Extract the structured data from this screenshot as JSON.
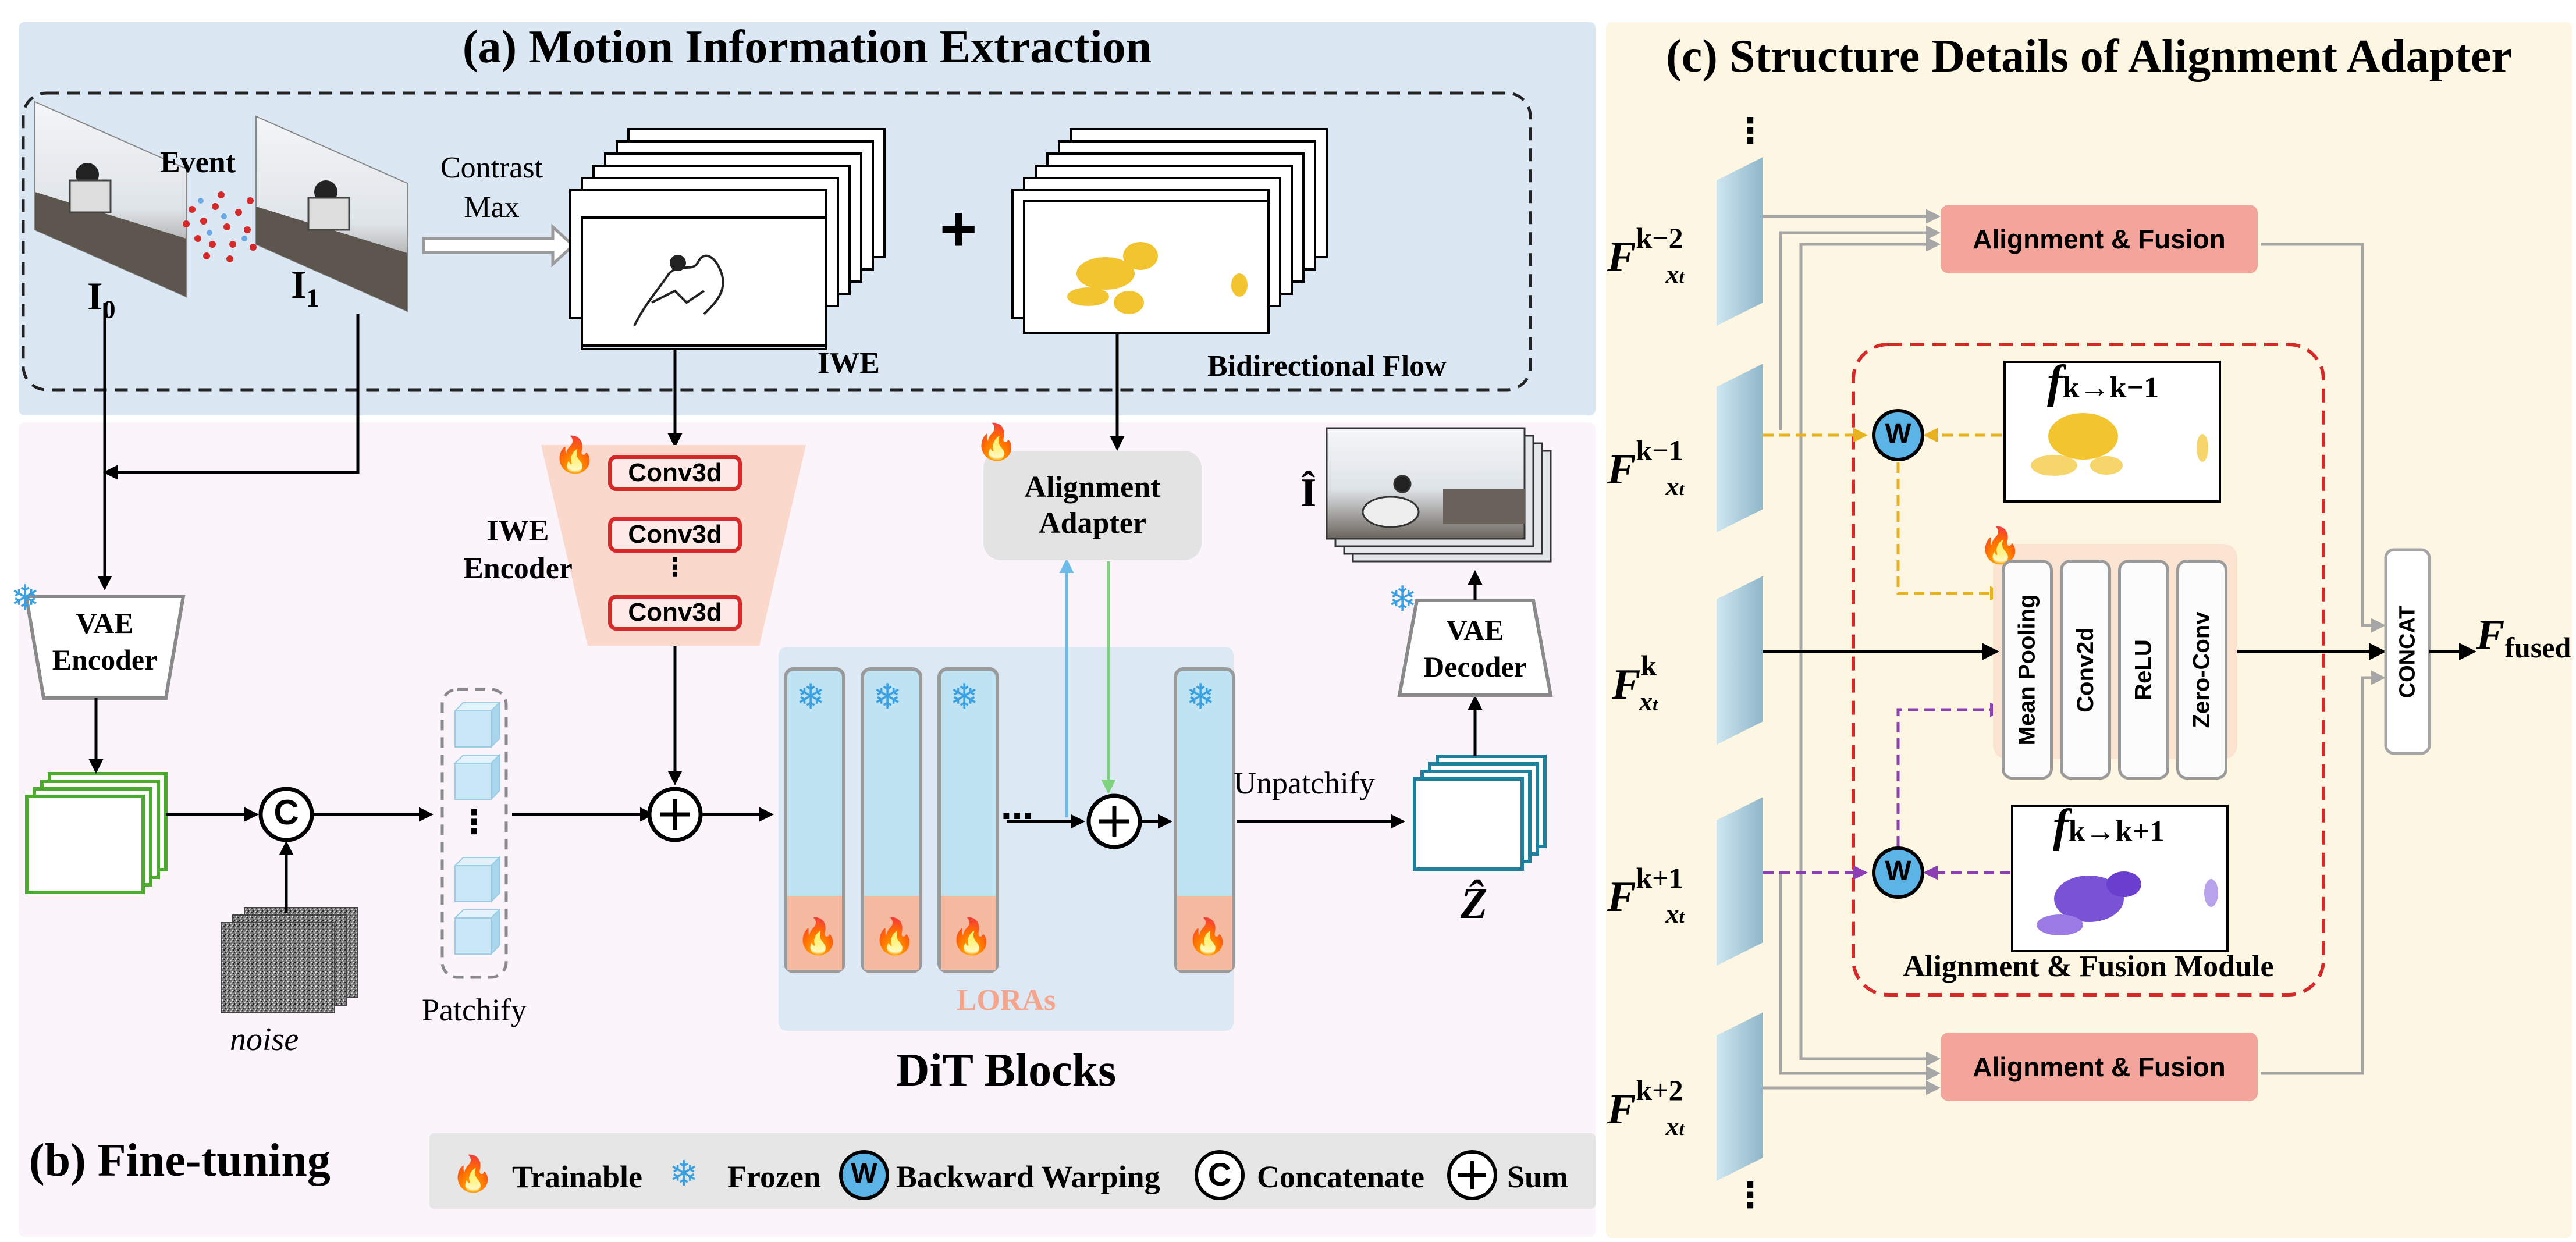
{
  "panels": {
    "a_title": "(a) Motion Information Extraction",
    "b_title": "(b) Fine-tuning",
    "c_title": "(c) Structure Details of Alignment Adapter"
  },
  "motion": {
    "event": "Event",
    "i0": "I",
    "i0_sub": "0",
    "i1": "I",
    "i1_sub": "1",
    "contrast_line1": "Contrast",
    "contrast_line2": "Max",
    "iwe": "IWE",
    "plus": "+",
    "flow": "Bidirectional Flow"
  },
  "finetune": {
    "vae_encoder_line1": "VAE",
    "vae_encoder_line2": "Encoder",
    "iwe_encoder_line1": "IWE",
    "iwe_encoder_line2": "Encoder",
    "conv_layers": [
      "Conv3d",
      "Conv3d",
      "Conv3d"
    ],
    "conv_dots": "⋮",
    "alignment_adapter_line1": "Alignment",
    "alignment_adapter_line2": "Adapter",
    "noise": "noise",
    "patchify": "Patchify",
    "unpatchify": "Unpatchify",
    "loras": "LORAs",
    "dit_blocks": "DiT Blocks",
    "dit_dots": "⋯",
    "vae_decoder_line1": "VAE",
    "vae_decoder_line2": "Decoder",
    "output_image": "Î",
    "output_latent": "Ẑ",
    "concat_symbol": "C",
    "sum_symbol": "+"
  },
  "legend": {
    "trainable": "Trainable",
    "frozen": "Frozen",
    "backward_warping": "Backward Warping",
    "concatenate": "Concatenate",
    "sum": "Sum",
    "warp_symbol": "W",
    "concat_symbol": "C",
    "sum_symbol": "+"
  },
  "adapter_detail": {
    "feature_base": "F",
    "feature_sub": "x",
    "feature_sub2": "t",
    "features": [
      {
        "sup": "k−2"
      },
      {
        "sup": "k−1"
      },
      {
        "sup": "k"
      },
      {
        "sup": "k+1"
      },
      {
        "sup": "k+2"
      }
    ],
    "alignment_fusion": "Alignment & Fusion",
    "module_label": "Alignment & Fusion Module",
    "flow_prev_base": "f",
    "flow_prev_sub": "k→k−1",
    "flow_next_base": "f",
    "flow_next_sub": "k→k+1",
    "layers": [
      "Mean Pooling",
      "Conv2d",
      "ReLU",
      "Zero-Conv"
    ],
    "concat": "CONCAT",
    "output_base": "F",
    "output_sub": "fused",
    "warp_symbol": "W",
    "dots": "⋮"
  },
  "colors": {
    "panel_a_bg": "#dbe7f3",
    "panel_b_bg": "#fbf4fa",
    "panel_c_bg": "#fdf6e2",
    "trainable_red": "#d42a2a",
    "fusion_pink": "#f4a59b",
    "frozen_blue": "#3aa0e0",
    "warp_yellow": "#e8b21f",
    "warp_purple": "#8c3fb5",
    "latent_green": "#4caa2e",
    "latent_teal": "#1f7f9e"
  }
}
